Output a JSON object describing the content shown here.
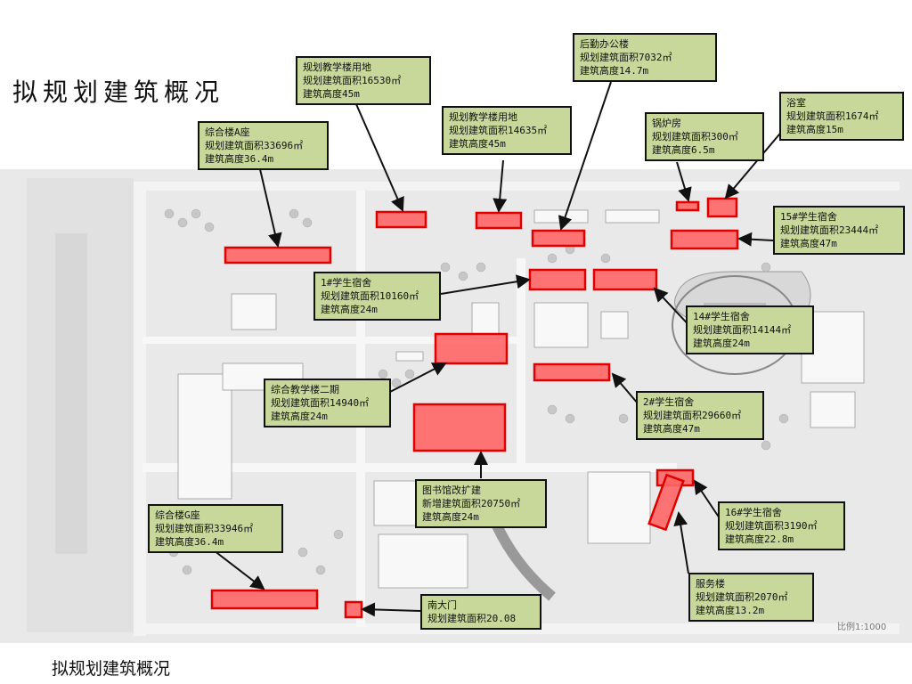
{
  "heading": "拟规划建筑概况",
  "footer": "拟规划建筑概况",
  "map_labels": {
    "scale_text": "比例1:1000"
  },
  "callouts": [
    {
      "id": "a",
      "lines": [
        "规划教学楼用地",
        "规划建筑面积16530㎡",
        "建筑高度45m"
      ]
    },
    {
      "id": "b",
      "lines": [
        "后勤办公楼",
        "规划建筑面积7032㎡",
        "建筑高度14.7m"
      ]
    },
    {
      "id": "c",
      "lines": [
        "浴室",
        "规划建筑面积1674㎡",
        "建筑高度15m"
      ]
    },
    {
      "id": "d",
      "lines": [
        "规划教学楼用地",
        "规划建筑面积14635㎡",
        "建筑高度45m"
      ]
    },
    {
      "id": "e",
      "lines": [
        "锅炉房",
        "规划建筑面积300㎡",
        "建筑高度6.5m"
      ]
    },
    {
      "id": "f",
      "lines": [
        "综合楼A座",
        "规划建筑面积33696㎡",
        "建筑高度36.4m"
      ]
    },
    {
      "id": "g",
      "lines": [
        "15#学生宿舍",
        "规划建筑面积23444㎡",
        "建筑高度47m"
      ]
    },
    {
      "id": "h",
      "lines": [
        "1#学生宿舍",
        "规划建筑面积10160㎡",
        "建筑高度24m"
      ]
    },
    {
      "id": "i",
      "lines": [
        "14#学生宿舍",
        "规划建筑面积14144㎡",
        "建筑高度24m"
      ]
    },
    {
      "id": "j",
      "lines": [
        "综合教学楼二期",
        "规划建筑面积14940㎡",
        "建筑高度24m"
      ]
    },
    {
      "id": "k",
      "lines": [
        "2#学生宿舍",
        "规划建筑面积29660㎡",
        "建筑高度47m"
      ]
    },
    {
      "id": "l",
      "lines": [
        "图书馆改扩建",
        "新增建筑面积20750㎡",
        "建筑高度24m"
      ]
    },
    {
      "id": "m",
      "lines": [
        "综合楼G座",
        "规划建筑面积33946㎡",
        "建筑高度36.4m"
      ]
    },
    {
      "id": "n",
      "lines": [
        "16#学生宿舍",
        "规划建筑面积3190㎡",
        "建筑高度22.8m"
      ]
    },
    {
      "id": "o",
      "lines": [
        "服务楼",
        "规划建筑面积2070㎡",
        "建筑高度13.2m"
      ]
    },
    {
      "id": "p",
      "lines": [
        "南大门",
        "规划建筑面积20.08"
      ]
    }
  ],
  "colors": {
    "callout_fill": "#c8d89a",
    "highlight_fill": "#ff6666",
    "highlight_stroke": "#e00000",
    "map_bg": "#e9e9e9"
  }
}
